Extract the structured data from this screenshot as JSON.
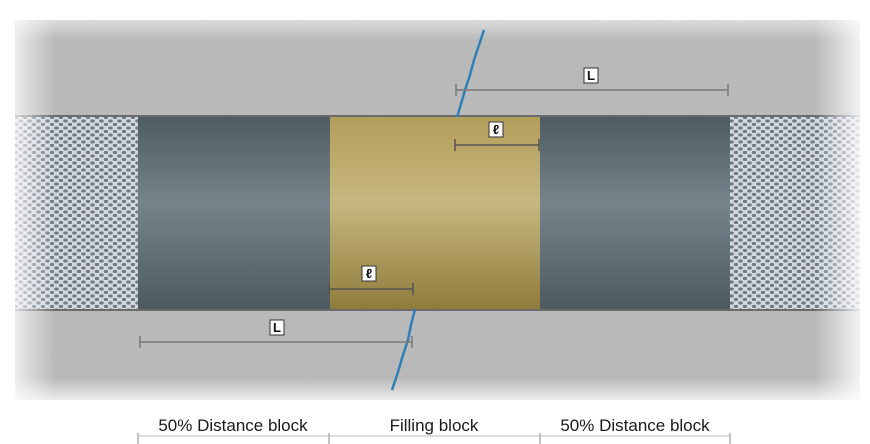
{
  "markers": {
    "length_L": "L",
    "length_l": "ℓ"
  },
  "blocks": {
    "left_distance": "50% Distance block",
    "filling": "Filling block",
    "right_distance": "50% Distance block"
  },
  "colors": {
    "rock": "#b9b9b9",
    "pipe": "#647478",
    "filling": "#bfae6e",
    "fracture": "#2f7fb8",
    "screen": "#c9ced4"
  }
}
